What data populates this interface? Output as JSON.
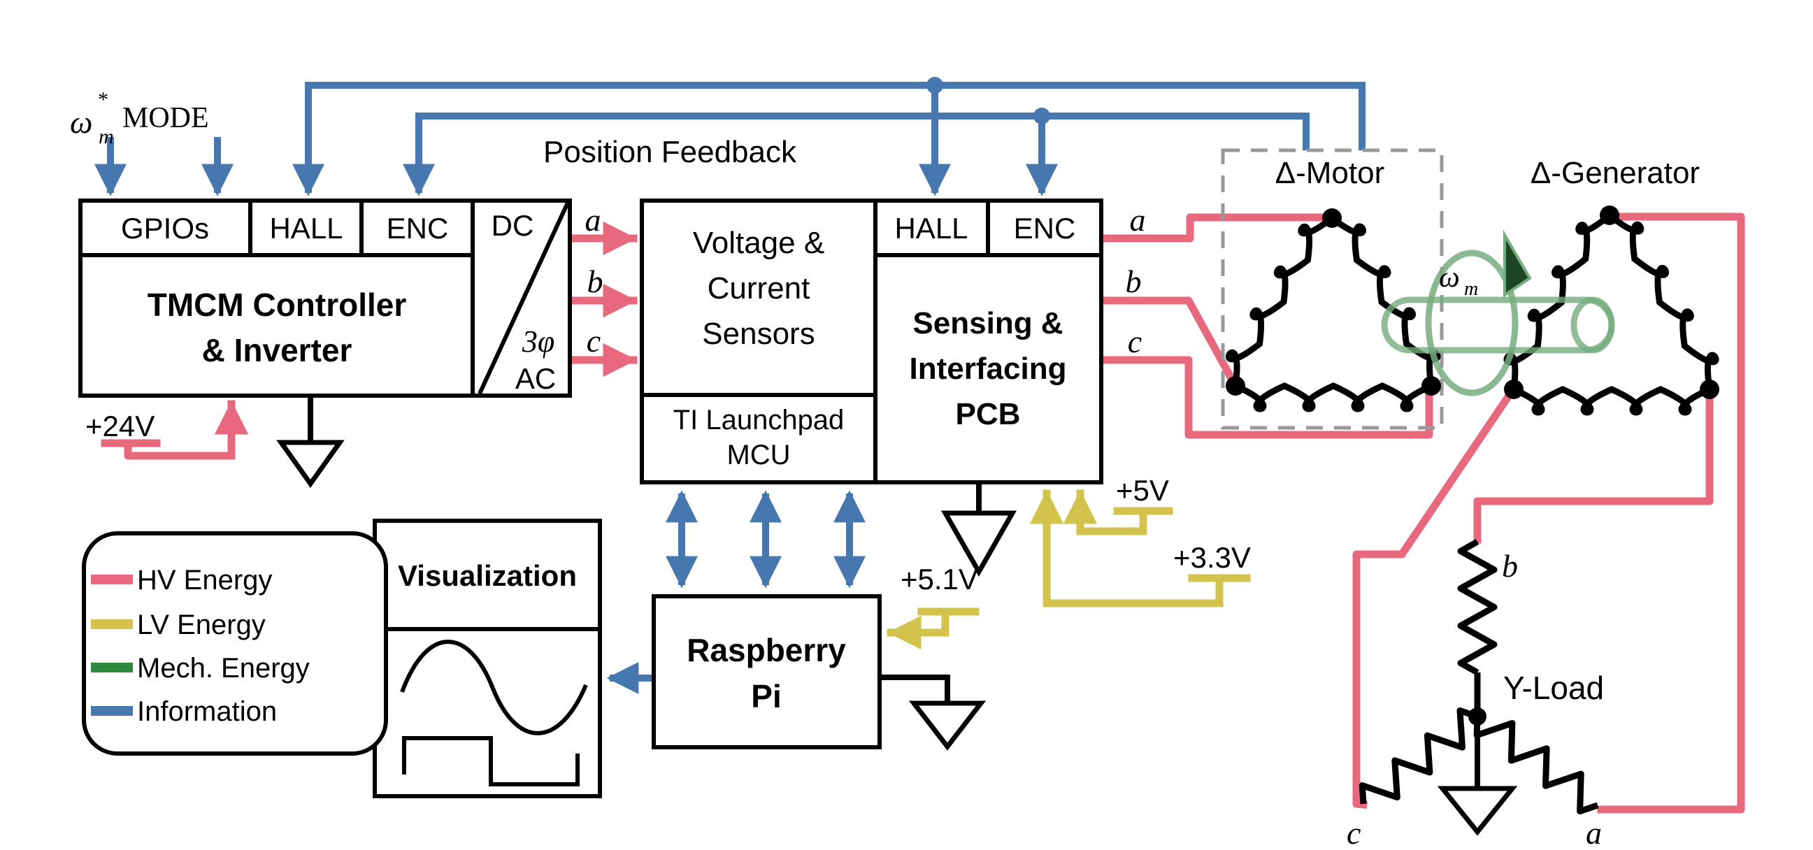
{
  "colors": {
    "hv": "#E8697D",
    "lv": "#D3C24C",
    "mech": "#2E8B3D",
    "mech_shaft": "#74AC7E",
    "mech_dark": "#1C4722",
    "info": "#4677AE",
    "dash_gray": "#999999",
    "black": "#000000"
  },
  "inputs": {
    "omega": "ω",
    "omega_sup": "*",
    "omega_sub": "m",
    "mode": "MODE"
  },
  "feedback_label": "Position Feedback",
  "tmcm": {
    "ports": [
      "GPIOs",
      "HALL",
      "ENC"
    ],
    "title1": "TMCM Controller",
    "title2": "& Inverter",
    "conv_dc": "DC",
    "conv_ph": "3φ",
    "conv_ac": "AC",
    "supply": "+24V"
  },
  "phases_left": [
    "a",
    "b",
    "c"
  ],
  "phases_right": [
    "a",
    "b",
    "c"
  ],
  "sensors": {
    "line1": "Voltage &",
    "line2": "Current",
    "line3": "Sensors"
  },
  "mcu": {
    "line1": "TI Launchpad",
    "line2": "MCU"
  },
  "pcb": {
    "ports": [
      "HALL",
      "ENC"
    ],
    "line1": "Sensing &",
    "line2": "Interfacing",
    "line3": "PCB",
    "supply_5v": "+5V",
    "supply_3v3": "+3.3V"
  },
  "rpi": {
    "line1": "Raspberry",
    "line2": "Pi",
    "supply": "+5.1V"
  },
  "viz": {
    "title": "Visualization"
  },
  "motor": {
    "label": "Δ-Motor"
  },
  "generator": {
    "label": "Δ-Generator"
  },
  "shaft": {
    "omega": "ω",
    "sub": "m"
  },
  "yload": {
    "label": "Y-Load",
    "term_b": "b",
    "term_c": "c",
    "term_a": "a"
  },
  "legend": {
    "items": [
      {
        "label": "HV Energy",
        "color": "#E8697D"
      },
      {
        "label": "LV Energy",
        "color": "#D3C24C"
      },
      {
        "label": "Mech. Energy",
        "color": "#2E8B3D"
      },
      {
        "label": "Information",
        "color": "#4677AE"
      }
    ]
  }
}
